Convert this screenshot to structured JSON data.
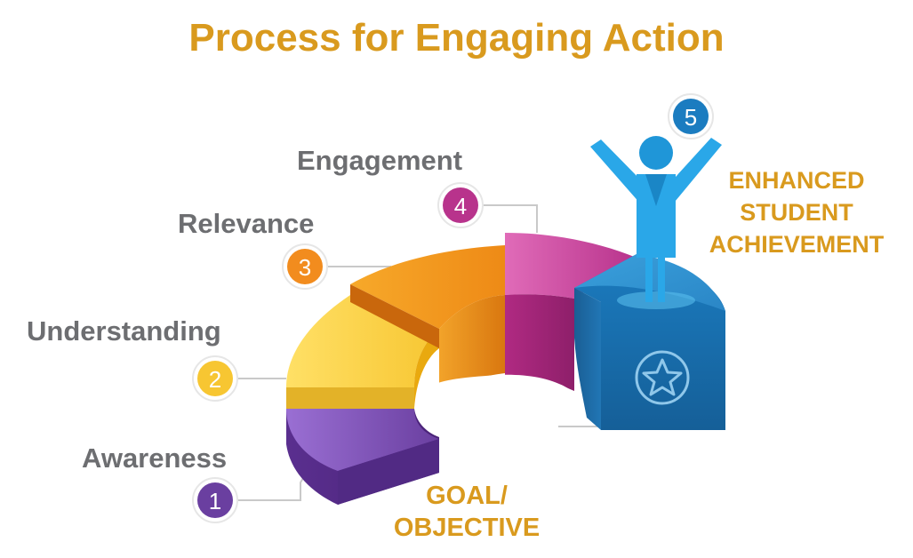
{
  "title": "Process for Engaging Action",
  "steps": [
    {
      "number": "1",
      "label": "Awareness",
      "color": "#6a3fa0"
    },
    {
      "number": "2",
      "label": "Understanding",
      "color": "#f7c632"
    },
    {
      "number": "3",
      "label": "Relevance",
      "color": "#f28c1e"
    },
    {
      "number": "4",
      "label": "Engagement",
      "color": "#b8338c"
    },
    {
      "number": "5",
      "label": "",
      "color": "#1b7cc0"
    }
  ],
  "goal": {
    "line1": "GOAL/",
    "line2": "OBJECTIVE"
  },
  "achievement": {
    "line1": "ENHANCED",
    "line2": "STUDENT",
    "line3": "ACHIEVEMENT"
  },
  "colors": {
    "title": "#d99a1e",
    "label_text": "#6d6e71",
    "accent_gold": "#d99a1e",
    "figure_blue": "#2aa7e8",
    "pedestal_blue": "#1b6fb0"
  },
  "icons": {
    "pedestal": "star-icon",
    "figure": "person-arms-raised-icon"
  }
}
